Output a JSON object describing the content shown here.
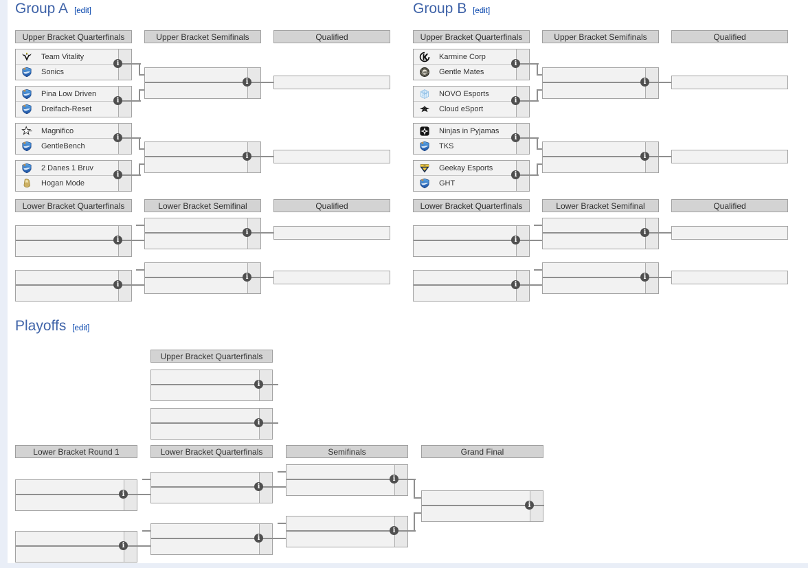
{
  "sections": {
    "group_a": {
      "title": "Group A",
      "edit_label": "[edit]"
    },
    "group_b": {
      "title": "Group B",
      "edit_label": "[edit]"
    },
    "playoffs": {
      "title": "Playoffs",
      "edit_label": "[edit]"
    }
  },
  "group_a": {
    "round_headers_upper": [
      "Upper Bracket Quarterfinals",
      "Upper Bracket Semifinals",
      "Qualified"
    ],
    "round_headers_lower": [
      "Lower Bracket Quarterfinals",
      "Lower Bracket Semifinal",
      "Qualified"
    ],
    "ub_quarterfinals": [
      {
        "top": {
          "name": "Team Vitality",
          "icon": "vitality"
        },
        "bottom": {
          "name": "Sonics",
          "icon": "rl-shield"
        }
      },
      {
        "top": {
          "name": "Pina Low Driven",
          "icon": "rl-shield"
        },
        "bottom": {
          "name": "Dreifach-Reset",
          "icon": "rl-shield"
        }
      },
      {
        "top": {
          "name": "Magnifico",
          "icon": "magnifico-star"
        },
        "bottom": {
          "name": "GentleBench",
          "icon": "rl-shield"
        }
      },
      {
        "top": {
          "name": "2 Danes 1 Bruv",
          "icon": "rl-shield"
        },
        "bottom": {
          "name": "Hogan Mode",
          "icon": "gold-bell"
        }
      }
    ]
  },
  "group_b": {
    "round_headers_upper": [
      "Upper Bracket Quarterfinals",
      "Upper Bracket Semifinals",
      "Qualified"
    ],
    "round_headers_lower": [
      "Lower Bracket Quarterfinals",
      "Lower Bracket Semifinal",
      "Qualified"
    ],
    "ub_quarterfinals": [
      {
        "top": {
          "name": "Karmine Corp",
          "icon": "karmine-corp"
        },
        "bottom": {
          "name": "Gentle Mates",
          "icon": "gentle-mates"
        }
      },
      {
        "top": {
          "name": "NOVO Esports",
          "icon": "novo-cube"
        },
        "bottom": {
          "name": "Cloud eSport",
          "icon": "cloud-esport"
        }
      },
      {
        "top": {
          "name": "Ninjas in Pyjamas",
          "icon": "nip"
        },
        "bottom": {
          "name": "TKS",
          "icon": "rl-shield"
        }
      },
      {
        "top": {
          "name": "Geekay Esports",
          "icon": "geekay"
        },
        "bottom": {
          "name": "GHT",
          "icon": "rl-shield"
        }
      }
    ]
  },
  "playoffs": {
    "round_header_upper": "Upper Bracket Quarterfinals",
    "round_headers_lower": [
      "Lower Bracket Round 1",
      "Lower Bracket Quarterfinals",
      "Semifinals",
      "Grand Final"
    ]
  },
  "info_glyph": "i",
  "colors": {
    "heading_text": "#3f63a8",
    "edit_link": "#0645ad",
    "round_header_bg": "#d3d3d3",
    "match_bg": "#f2f2f2",
    "score_col_bg": "#e8e8e8",
    "border": "#a3a3a3",
    "connector": "#8f8f8f",
    "info_badge_bg": "#4f4f4f",
    "page_margin_bg": "#e9eef7"
  }
}
